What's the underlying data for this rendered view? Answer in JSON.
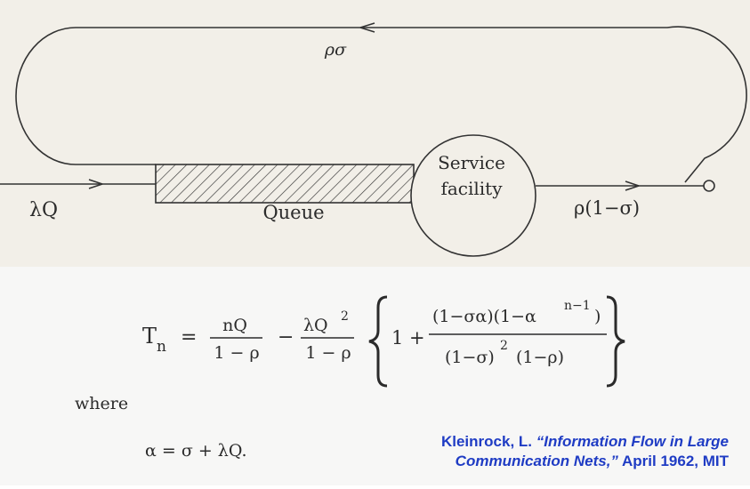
{
  "diagram": {
    "feedback_label": "ρσ",
    "input_label": "λQ",
    "queue_label": "Queue",
    "service_line1": "Service",
    "service_line2": "facility",
    "output_label": "ρ(1−σ)"
  },
  "equation": {
    "lhs": "T",
    "lhs_sub": "n",
    "eq_sign": "=",
    "t1_num": "nQ",
    "t1_den": "1 − ρ",
    "minus": "−",
    "t2_num": "λQ",
    "t2_num_sup": "2",
    "t2_den": "1 − ρ",
    "brace_one": "1 +",
    "frac_num": "(1−σα)(1−α",
    "frac_num_sup": "n−1",
    "frac_num_close": ")",
    "frac_den_a": "(1−σ)",
    "frac_den_sup": "2",
    "frac_den_b": "(1−ρ)",
    "where": "where",
    "alpha_def": "α = σ + λQ."
  },
  "citation": {
    "line1_a": "Kleinrock, L. ",
    "line1_b": "“Information Flow in Large",
    "line2_a": "Communication Nets,”",
    "line2_b": " April 1962, MIT"
  },
  "colors": {
    "top_background": "#f2efe8",
    "ink": "#2b2b2b",
    "citation_blue": "#1f3cc4"
  }
}
